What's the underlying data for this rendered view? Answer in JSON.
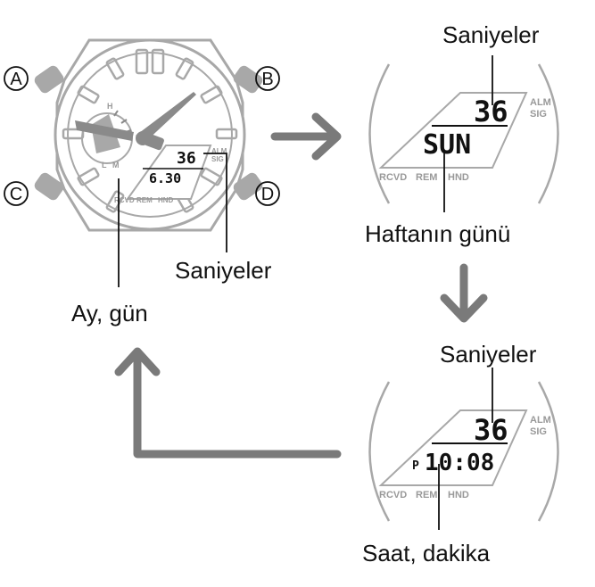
{
  "buttons": {
    "a": "A",
    "b": "B",
    "c": "C",
    "d": "D"
  },
  "watch": {
    "seconds": "36",
    "date": "6.30",
    "indicator_alm": "ALM",
    "indicator_sig": "SIG",
    "indicator_rcvd": "RCVD",
    "indicator_rem": "REM",
    "indicator_hnd": "HND",
    "subdial_h": "H",
    "subdial_m": "M",
    "subdial_l": "L"
  },
  "labels": {
    "seconds_watch": "Saniyeler",
    "month_day": "Ay, gün",
    "seconds_top": "Saniyeler",
    "weekday": "Haftanın günü",
    "seconds_bottom": "Saniyeler",
    "hour_minute": "Saat, dakika"
  },
  "display_top": {
    "seconds": "36",
    "main": "SUN",
    "alm": "ALM",
    "sig": "SIG",
    "rcvd": "RCVD",
    "rem": "REM",
    "hnd": "HND"
  },
  "display_bottom": {
    "seconds": "36",
    "pm": "P",
    "main": "10:08",
    "alm": "ALM",
    "sig": "SIG",
    "rcvd": "RCVD",
    "rem": "REM",
    "hnd": "HND"
  },
  "colors": {
    "frame": "#a8a8a8",
    "arrow": "#7a7a7a",
    "ink": "#111111",
    "hand": "#8a8a8a"
  }
}
